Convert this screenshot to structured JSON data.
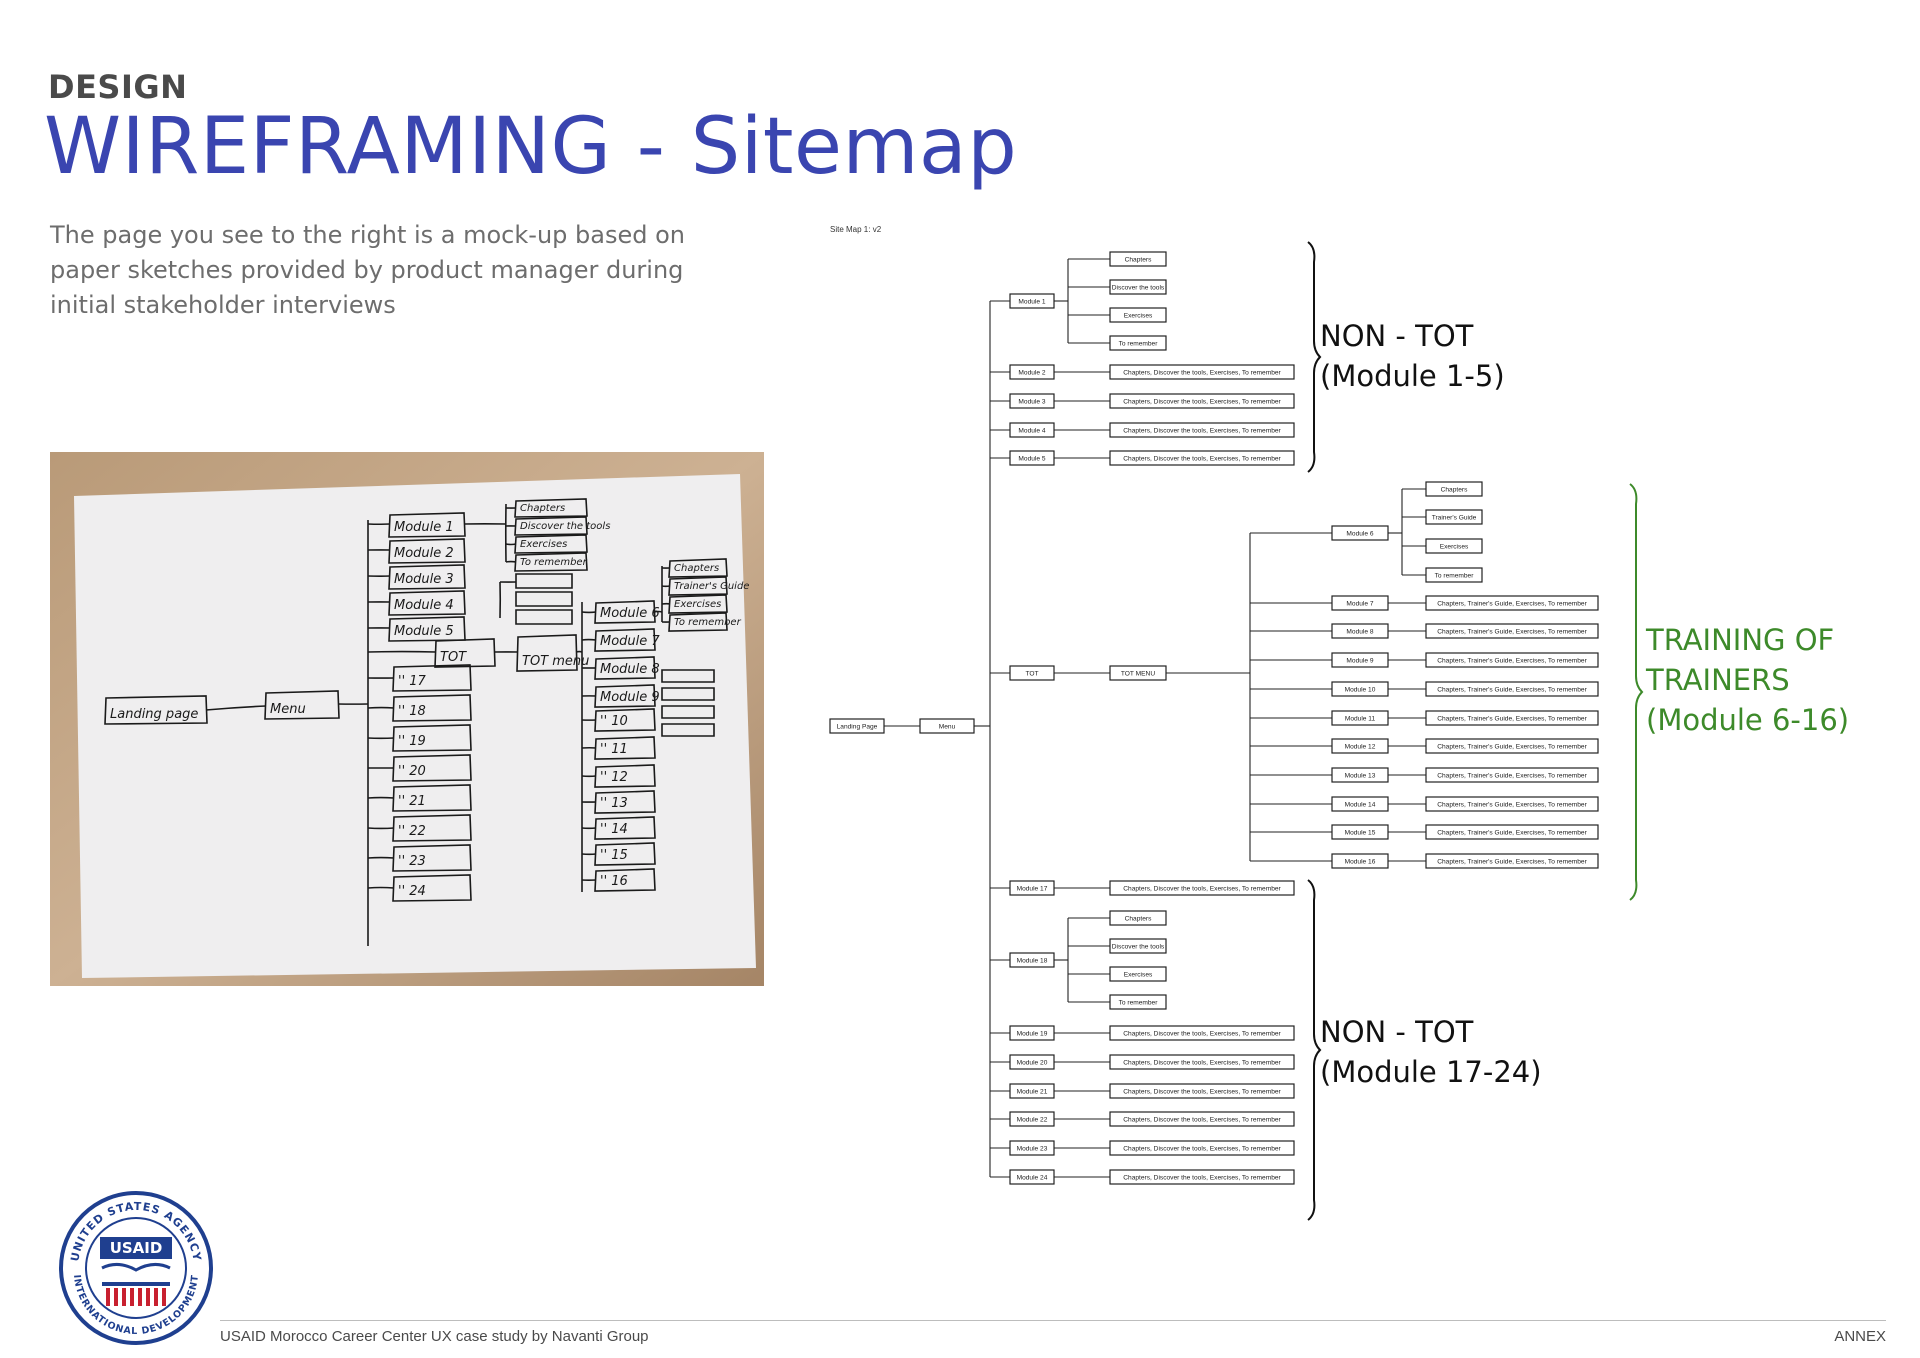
{
  "header": {
    "eyebrow": "DESIGN",
    "title": "WIREFRAMING - Sitemap",
    "intro": "The page you see to the right is a mock-up based on paper sketches provided by product manager during initial stakeholder interviews"
  },
  "sitemap": {
    "label": "Site Map 1: v2",
    "landing": "Landing Page",
    "menu": "Menu",
    "tot": "TOT",
    "tot_menu": "TOT MENU",
    "sub_chapters": "Chapters",
    "sub_discover": "Discover the tools",
    "sub_exercises": "Exercises",
    "sub_remember": "To remember",
    "sub_trainers": "Trainer's Guide",
    "content_nontot": "Chapters, Discover the tools, Exercises, To remember",
    "content_tot": "Chapters, Trainer's Guide, Exercises, To remember",
    "modules_a": [
      "Module 1",
      "Module 2",
      "Module 3",
      "Module 4",
      "Module 5"
    ],
    "modules_tot": [
      "Module 6",
      "Module 7",
      "Module 8",
      "Module 9",
      "Module 10",
      "Module 11",
      "Module 12",
      "Module 13",
      "Module 14",
      "Module 15",
      "Module 16"
    ],
    "modules_b": [
      "Module 17",
      "Module 18",
      "Module 19",
      "Module 20",
      "Module 21",
      "Module 22",
      "Module 23",
      "Module 24"
    ],
    "annotation_a_line1": "NON - TOT",
    "annotation_a_line2": "(Module 1-5)",
    "annotation_tot_line1": "TRAINING OF",
    "annotation_tot_line2": "TRAINERS",
    "annotation_tot_line3": "(Module 6-16)",
    "annotation_b_line1": "NON - TOT",
    "annotation_b_line2": "(Module 17-24)"
  },
  "sketch": {
    "landing": "Landing page",
    "menu": "Menu",
    "tot": "TOT",
    "tot_menu": "TOT menu",
    "modules_left": [
      "Module 1",
      "Module 2",
      "Module 3",
      "Module 4",
      "Module 5"
    ],
    "modules_left_b": [
      "'' 17",
      "'' 18",
      "'' 19",
      "'' 20",
      "'' 21",
      "'' 22",
      "'' 23",
      "'' 24"
    ],
    "modules_tot": [
      "Module 6",
      "Module 7",
      "Module 8",
      "Module 9",
      "'' 10",
      "'' 11",
      "'' 12",
      "'' 13",
      "'' 14",
      "'' 15",
      "'' 16"
    ],
    "sub_items": [
      "Chapters",
      "Discover the tools",
      "Exercises",
      "To remember"
    ],
    "tot_sub_items": [
      "Chapters",
      "Trainer's Guide",
      "Exercises",
      "To remember"
    ]
  },
  "footer": {
    "left": "USAID Morocco Career Center UX case study by Navanti Group",
    "right": "ANNEX"
  },
  "logo": {
    "top_text": "UNITED STATES AGENCY",
    "bottom_text": "INTERNATIONAL DEVELOPMENT",
    "badge": "USAID"
  },
  "colors": {
    "title": "#3a45b0",
    "tot_annotation": "#3d8a2a",
    "seal_blue": "#1f3f8f",
    "seal_red": "#c8202f"
  }
}
